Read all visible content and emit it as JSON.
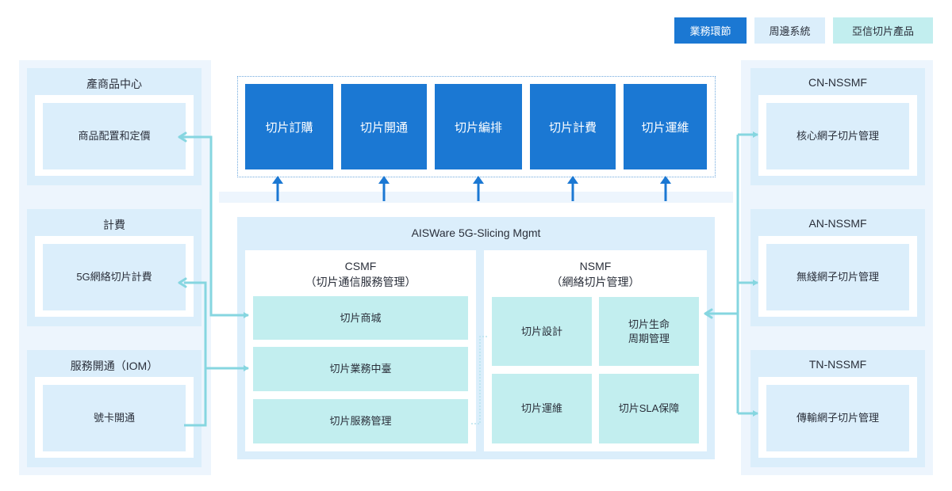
{
  "legend": {
    "business": "業務環節",
    "peripheral": "周邊系統",
    "product": "亞信切片產品"
  },
  "left": [
    {
      "title": "產商品中心",
      "item": "商品配置和定價"
    },
    {
      "title": "計費",
      "item": "5G網絡切片計費"
    },
    {
      "title": "服務開通（IOM）",
      "item": "號卡開通"
    }
  ],
  "business_steps": [
    "切片訂購",
    "切片開通",
    "切片編排",
    "切片計費",
    "切片運維"
  ],
  "platform": {
    "title": "AISWare 5G-Slicing Mgmt",
    "csmf": {
      "title": "CSMF",
      "subtitle": "（切片通信服務管理）",
      "items": [
        "切片商城",
        "切片業務中臺",
        "切片服務管理"
      ]
    },
    "nsmf": {
      "title": "NSMF",
      "subtitle": "（網絡切片管理）",
      "items": [
        "切片設計",
        "切片生命\n周期管理",
        "切片運維",
        "切片SLA保障"
      ]
    }
  },
  "right": [
    {
      "title": "CN-NSSMF",
      "item": "核心網子切片管理"
    },
    {
      "title": "AN-NSSMF",
      "item": "無綫網子切片管理"
    },
    {
      "title": "TN-NSSMF",
      "item": "傳輸網子切片管理"
    }
  ],
  "colors": {
    "business": "#1b78d3",
    "peripheral": "#dbeefb",
    "product": "#c2eeef",
    "connector": "#86d6e0",
    "background_pale": "#edf5fd"
  }
}
